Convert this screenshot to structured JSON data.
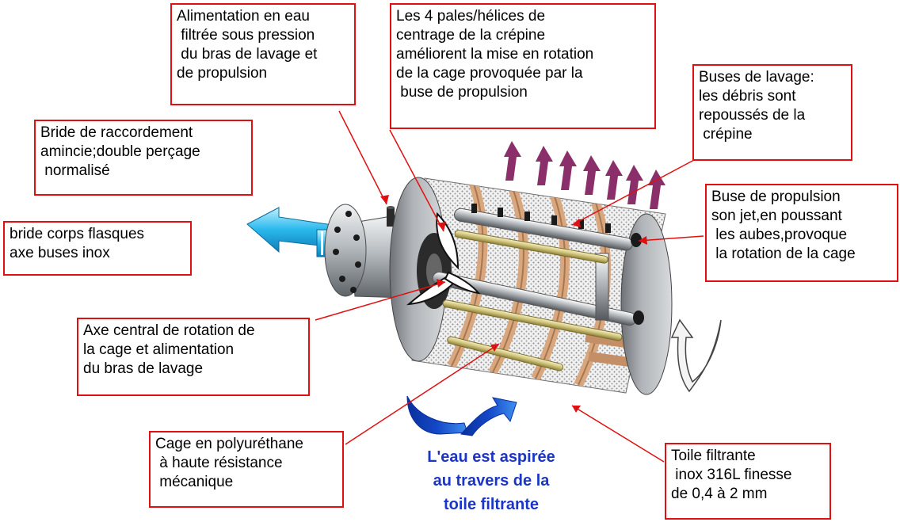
{
  "colors": {
    "callout_border": "#e01010",
    "leader_line": "#e01010",
    "caption_text": "#1a35c8",
    "outlet_arrow": "#29b8ec",
    "debris_arrows": "#8b2f6a",
    "flow_arrows": "#1448c8",
    "cage_frame": "#d9a77e",
    "metal": "#b7bcc0"
  },
  "icons": {
    "outlet_arrow": "arrow-left-icon",
    "debris_arrows": "arrow-up-icon",
    "flow_arrows": "curved-arrow-icon",
    "rotation_arrow": "rotation-icon"
  },
  "callouts": {
    "alimentation": "Alimentation en eau\n filtrée sous pression\n du bras de lavage et\nde propulsion",
    "pales": "Les 4 pales/hélices de\ncentrage de la crépine\naméliorent la mise en rotation\nde la cage provoquée par la\n buse de propulsion",
    "buses_lavage": "Buses de lavage:\nles débris sont\nrepoussés de la\n crépine",
    "bride_raccordement": "Bride de raccordement\namincie;double perçage\n normalisé",
    "bride_corps": "bride corps flasques\naxe buses inox",
    "buse_propulsion": "Buse de propulsion\nson jet,en poussant\n les aubes,provoque\n la rotation de la cage",
    "axe_central": "Axe central de rotation de\nla cage et alimentation\ndu bras de lavage",
    "cage": "Cage en polyuréthane\n à haute résistance\n mécanique",
    "toile": "Toile filtrante\n inox 316L finesse\nde 0,4 à 2 mm"
  },
  "caption": "L'eau est aspirée\nau travers de la\ntoile filtrante"
}
